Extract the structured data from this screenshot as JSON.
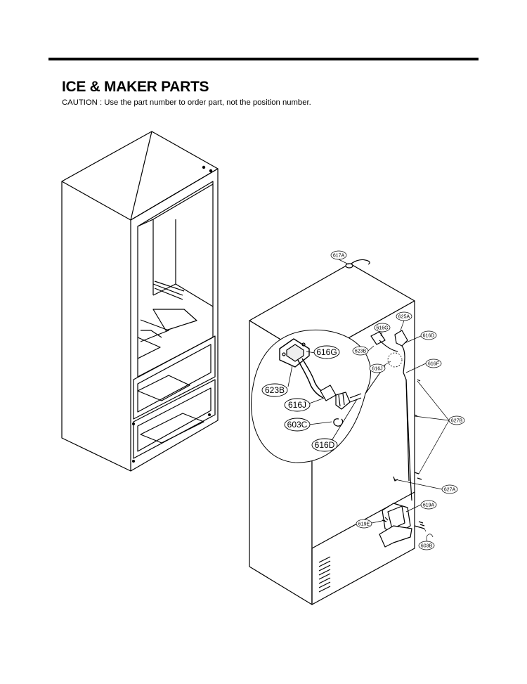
{
  "header": {
    "title": "ICE & MAKER PARTS",
    "caution": "CAUTION : Use the part number to order part, not the position number."
  },
  "callouts": {
    "p617A": "617A",
    "p625A": "625A",
    "p616G": "616G",
    "p616D": "616D",
    "p623B": "623B",
    "p616F": "616F",
    "p616J": "616J",
    "p627B": "627B",
    "p627A": "627A",
    "p619A": "619A",
    "p619E": "619E",
    "p603B": "603B"
  },
  "detail_callouts": {
    "d616G": "616G",
    "d623B": "623B",
    "d616J": "616J",
    "d603C": "603C",
    "d616D": "616D"
  }
}
